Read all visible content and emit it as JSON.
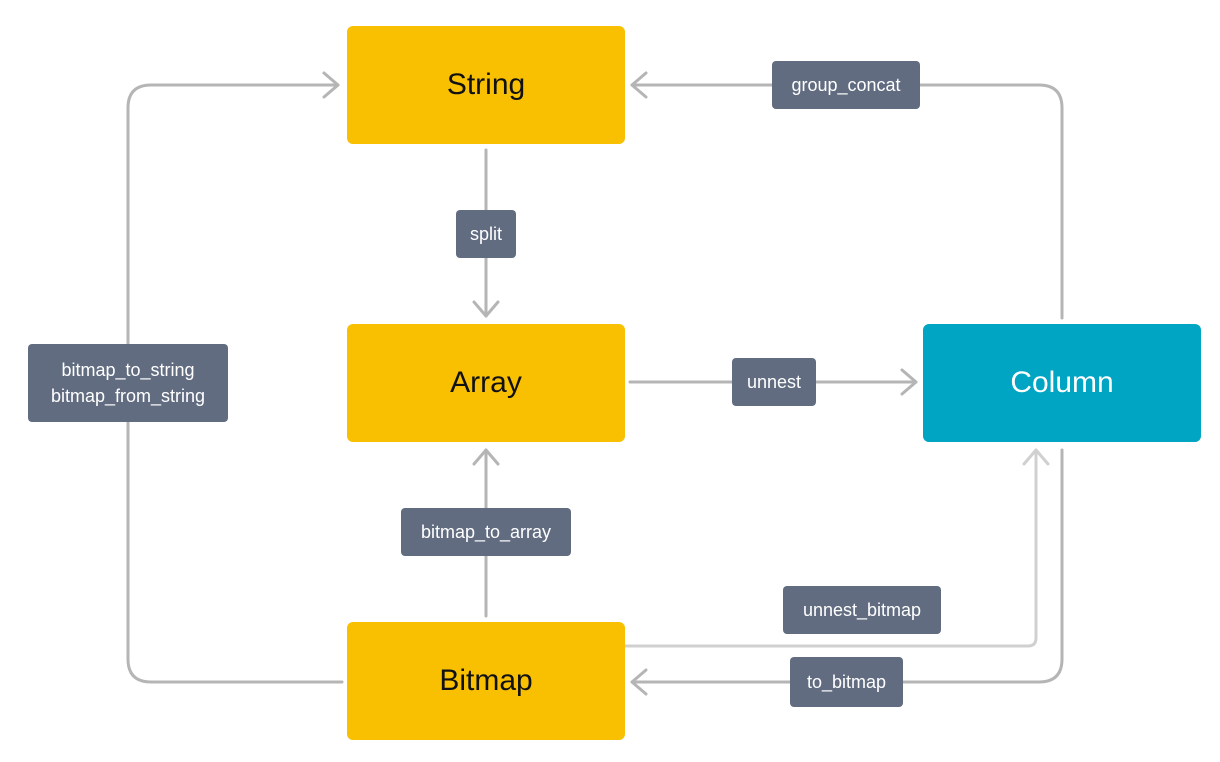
{
  "colors": {
    "node_primary": "#f8c000",
    "node_column": "#00a5c4",
    "label_bg": "#616c80",
    "connector": "#b5b5b5",
    "connector_light": "#d0d0d0"
  },
  "nodes": {
    "string": "String",
    "array": "Array",
    "bitmap": "Bitmap",
    "column": "Column"
  },
  "edges": {
    "group_concat": "group_concat",
    "split": "split",
    "unnest": "unnest",
    "bitmap_to_array": "bitmap_to_array",
    "bitmap_to_string": "bitmap_to_string",
    "bitmap_from_string": "bitmap_from_string",
    "unnest_bitmap": "unnest_bitmap",
    "to_bitmap": "to_bitmap"
  }
}
